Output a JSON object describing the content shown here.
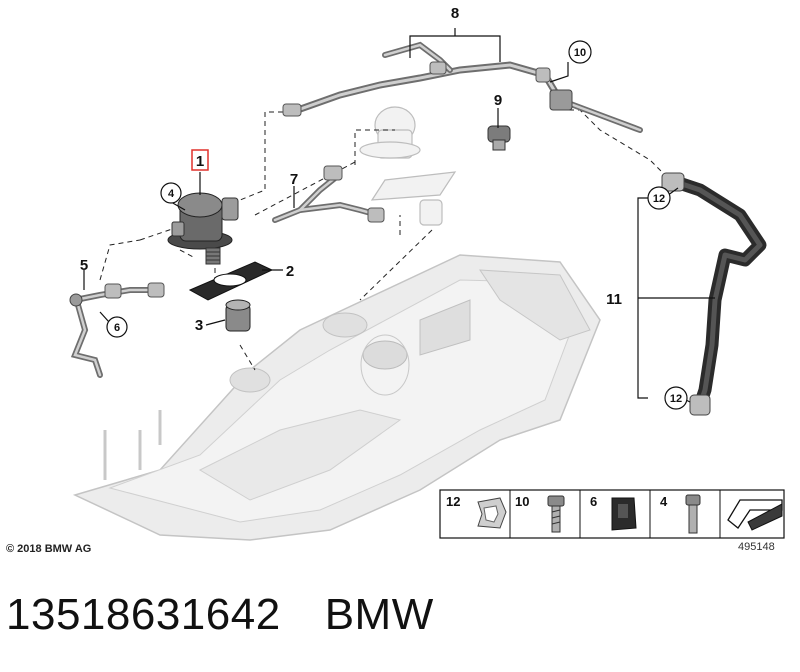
{
  "callouts": {
    "c1": "1",
    "c2": "2",
    "c3": "3",
    "c4": "4",
    "c5": "5",
    "c6": "6",
    "c7": "7",
    "c8": "8",
    "c9": "9",
    "c10": "10",
    "c11": "11",
    "c12a": "12",
    "c12b": "12"
  },
  "legend": {
    "items": [
      {
        "number": "12",
        "icon": "retaining-clip-icon"
      },
      {
        "number": "10",
        "icon": "screw-icon"
      },
      {
        "number": "6",
        "icon": "clip-nut-icon"
      },
      {
        "number": "4",
        "icon": "bolt-icon"
      }
    ],
    "arrow_icon": "arrow-icon"
  },
  "footer": {
    "copyright": "© 2018 BMW AG",
    "ref": "495148",
    "part_number": "13518631642",
    "brand": "BMW"
  },
  "colors": {
    "highlight_box": "#e0312b",
    "part_gray": "#8c8c8c",
    "engine_cover": "#e6e6e6"
  }
}
